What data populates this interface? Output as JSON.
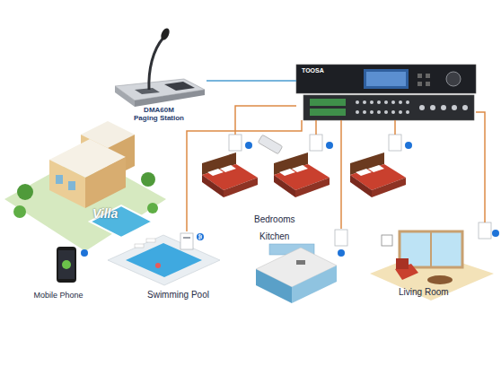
{
  "diagram": {
    "nodes": [
      {
        "text": [
          "DMA60M Paging Station"
        ]
      },
      {
        "text": [
          "TOOSA"
        ]
      },
      {
        "text": [
          "Villa"
        ]
      },
      {
        "text": [
          "Bedrooms"
        ]
      },
      {
        "text": [
          "Mobile Phone"
        ]
      },
      {
        "text": [
          "Swimming Pool"
        ]
      },
      {
        "text": [
          "Kitchen"
        ]
      },
      {
        "text": [
          "Living Room"
        ]
      }
    ],
    "edges": [
      {
        "from": 1,
        "to": 0,
        "arrow": "none"
      },
      {
        "from": 1,
        "to": 3,
        "arrow": "none"
      },
      {
        "from": 1,
        "to": 3,
        "arrow": "none"
      },
      {
        "from": 1,
        "to": 3,
        "arrow": "none"
      },
      {
        "from": 1,
        "to": 5,
        "arrow": "none"
      },
      {
        "from": 1,
        "to": 6,
        "arrow": "none"
      },
      {
        "from": 1,
        "to": 7,
        "arrow": "none"
      }
    ]
  }
}
